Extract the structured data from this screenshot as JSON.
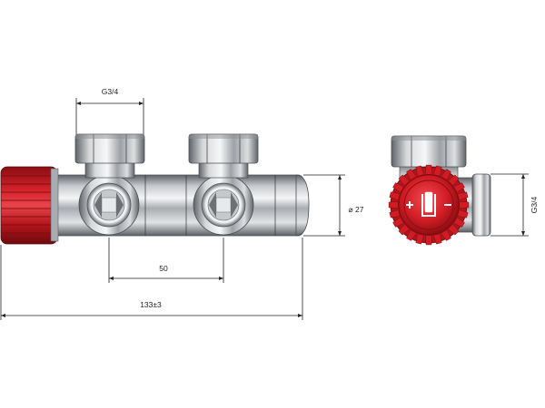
{
  "drawing": {
    "dimensions": {
      "thread_top": "G3/4",
      "spacing": "50",
      "overall_length": "133±3",
      "diameter": "⌀ 27",
      "thread_side": "G3/4"
    },
    "colors": {
      "background": "#ffffff",
      "chrome_dark": "#6f7378",
      "chrome_mid": "#b9bdc2",
      "chrome_light": "#f2f3f4",
      "handle_red": "#c4161c",
      "handle_red_dark": "#7e0c10",
      "cap_red": "#d81e27",
      "dimension_ink": "#222222"
    },
    "parts": {
      "front_view": "valve body, two G3/4 hex nuts, red handwheel",
      "side_view": "hex nut, red knurled cap, side outlet"
    }
  }
}
